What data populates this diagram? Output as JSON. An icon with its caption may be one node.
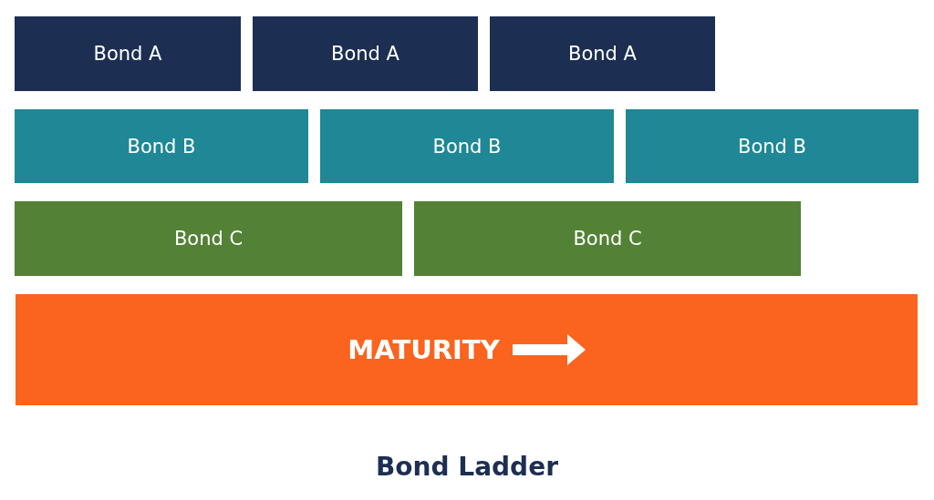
{
  "diagram": {
    "caption": "Bond Ladder",
    "nodes": [
      {
        "text": [
          "Bond A"
        ]
      },
      {
        "text": [
          "Bond A"
        ]
      },
      {
        "text": [
          "Bond A"
        ]
      },
      {
        "text": [
          "Bond B"
        ]
      },
      {
        "text": [
          "Bond B"
        ]
      },
      {
        "text": [
          "Bond B"
        ]
      },
      {
        "text": [
          "Bond C"
        ]
      },
      {
        "text": [
          "Bond C"
        ]
      },
      {
        "text": [
          "MATURITY"
        ]
      }
    ],
    "edges": []
  }
}
